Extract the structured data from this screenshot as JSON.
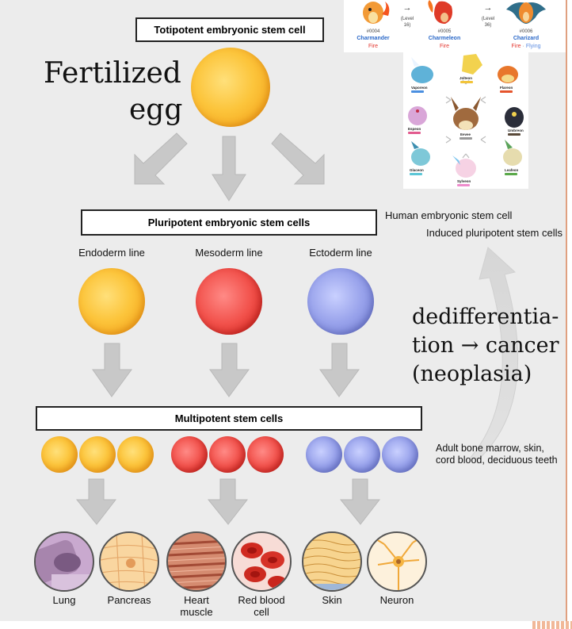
{
  "diagram": {
    "totipotent_label": "Totipotent embryonic stem cell",
    "fertilized_line1": "Fertilized",
    "fertilized_line2": "egg",
    "pluripotent_label": "Pluripotent embryonic stem cells",
    "germ_lines": [
      "Endoderm line",
      "Mesoderm line",
      "Ectoderm line"
    ],
    "multipotent_label": "Multipotent stem cells",
    "tissues": [
      {
        "name": "Lung",
        "line2": ""
      },
      {
        "name": "Pancreas",
        "line2": ""
      },
      {
        "name": "Heart",
        "line2": "muscle"
      },
      {
        "name": "Red blood",
        "line2": "cell"
      },
      {
        "name": "Skin",
        "line2": ""
      },
      {
        "name": "Neuron",
        "line2": ""
      }
    ],
    "sources": {
      "human_esc": "Human embryonic stem cell",
      "ipsc": "Induced pluripotent stem cells",
      "adult_line1": "Adult bone marrow, skin,",
      "adult_line2": "cord blood, deciduous teeth"
    },
    "dedifferentiation": {
      "line1": "dedifferentia-",
      "line2": "tion → cancer",
      "line3": "(neoplasia)"
    },
    "colors": {
      "endoderm": "#f7ac1f",
      "mesoderm": "#ee3d36",
      "ectoderm": "#8e98e6",
      "arrow": "#c8c8c8"
    }
  },
  "pokemon_evolution": {
    "stages": [
      {
        "number": "#0004",
        "name": "Charmander",
        "type": "Fire"
      },
      {
        "number": "#0005",
        "name": "Charmeleon",
        "type": "Fire"
      },
      {
        "number": "#0006",
        "name": "Charizard",
        "type": "Fire",
        "type2": "Flying"
      }
    ],
    "arrow_glyph": "→",
    "levels": [
      {
        "line1": "(Level",
        "line2": "16)"
      },
      {
        "line1": "(Level",
        "line2": "36)"
      }
    ],
    "separator": "·"
  },
  "eevee_panel": {
    "center": "Eevee",
    "evolutions": [
      "Jolteon",
      "Vaporeon",
      "Flareon",
      "Espeon",
      "Umbreon",
      "Glaceon",
      "Leafeon",
      "Sylveon"
    ]
  }
}
